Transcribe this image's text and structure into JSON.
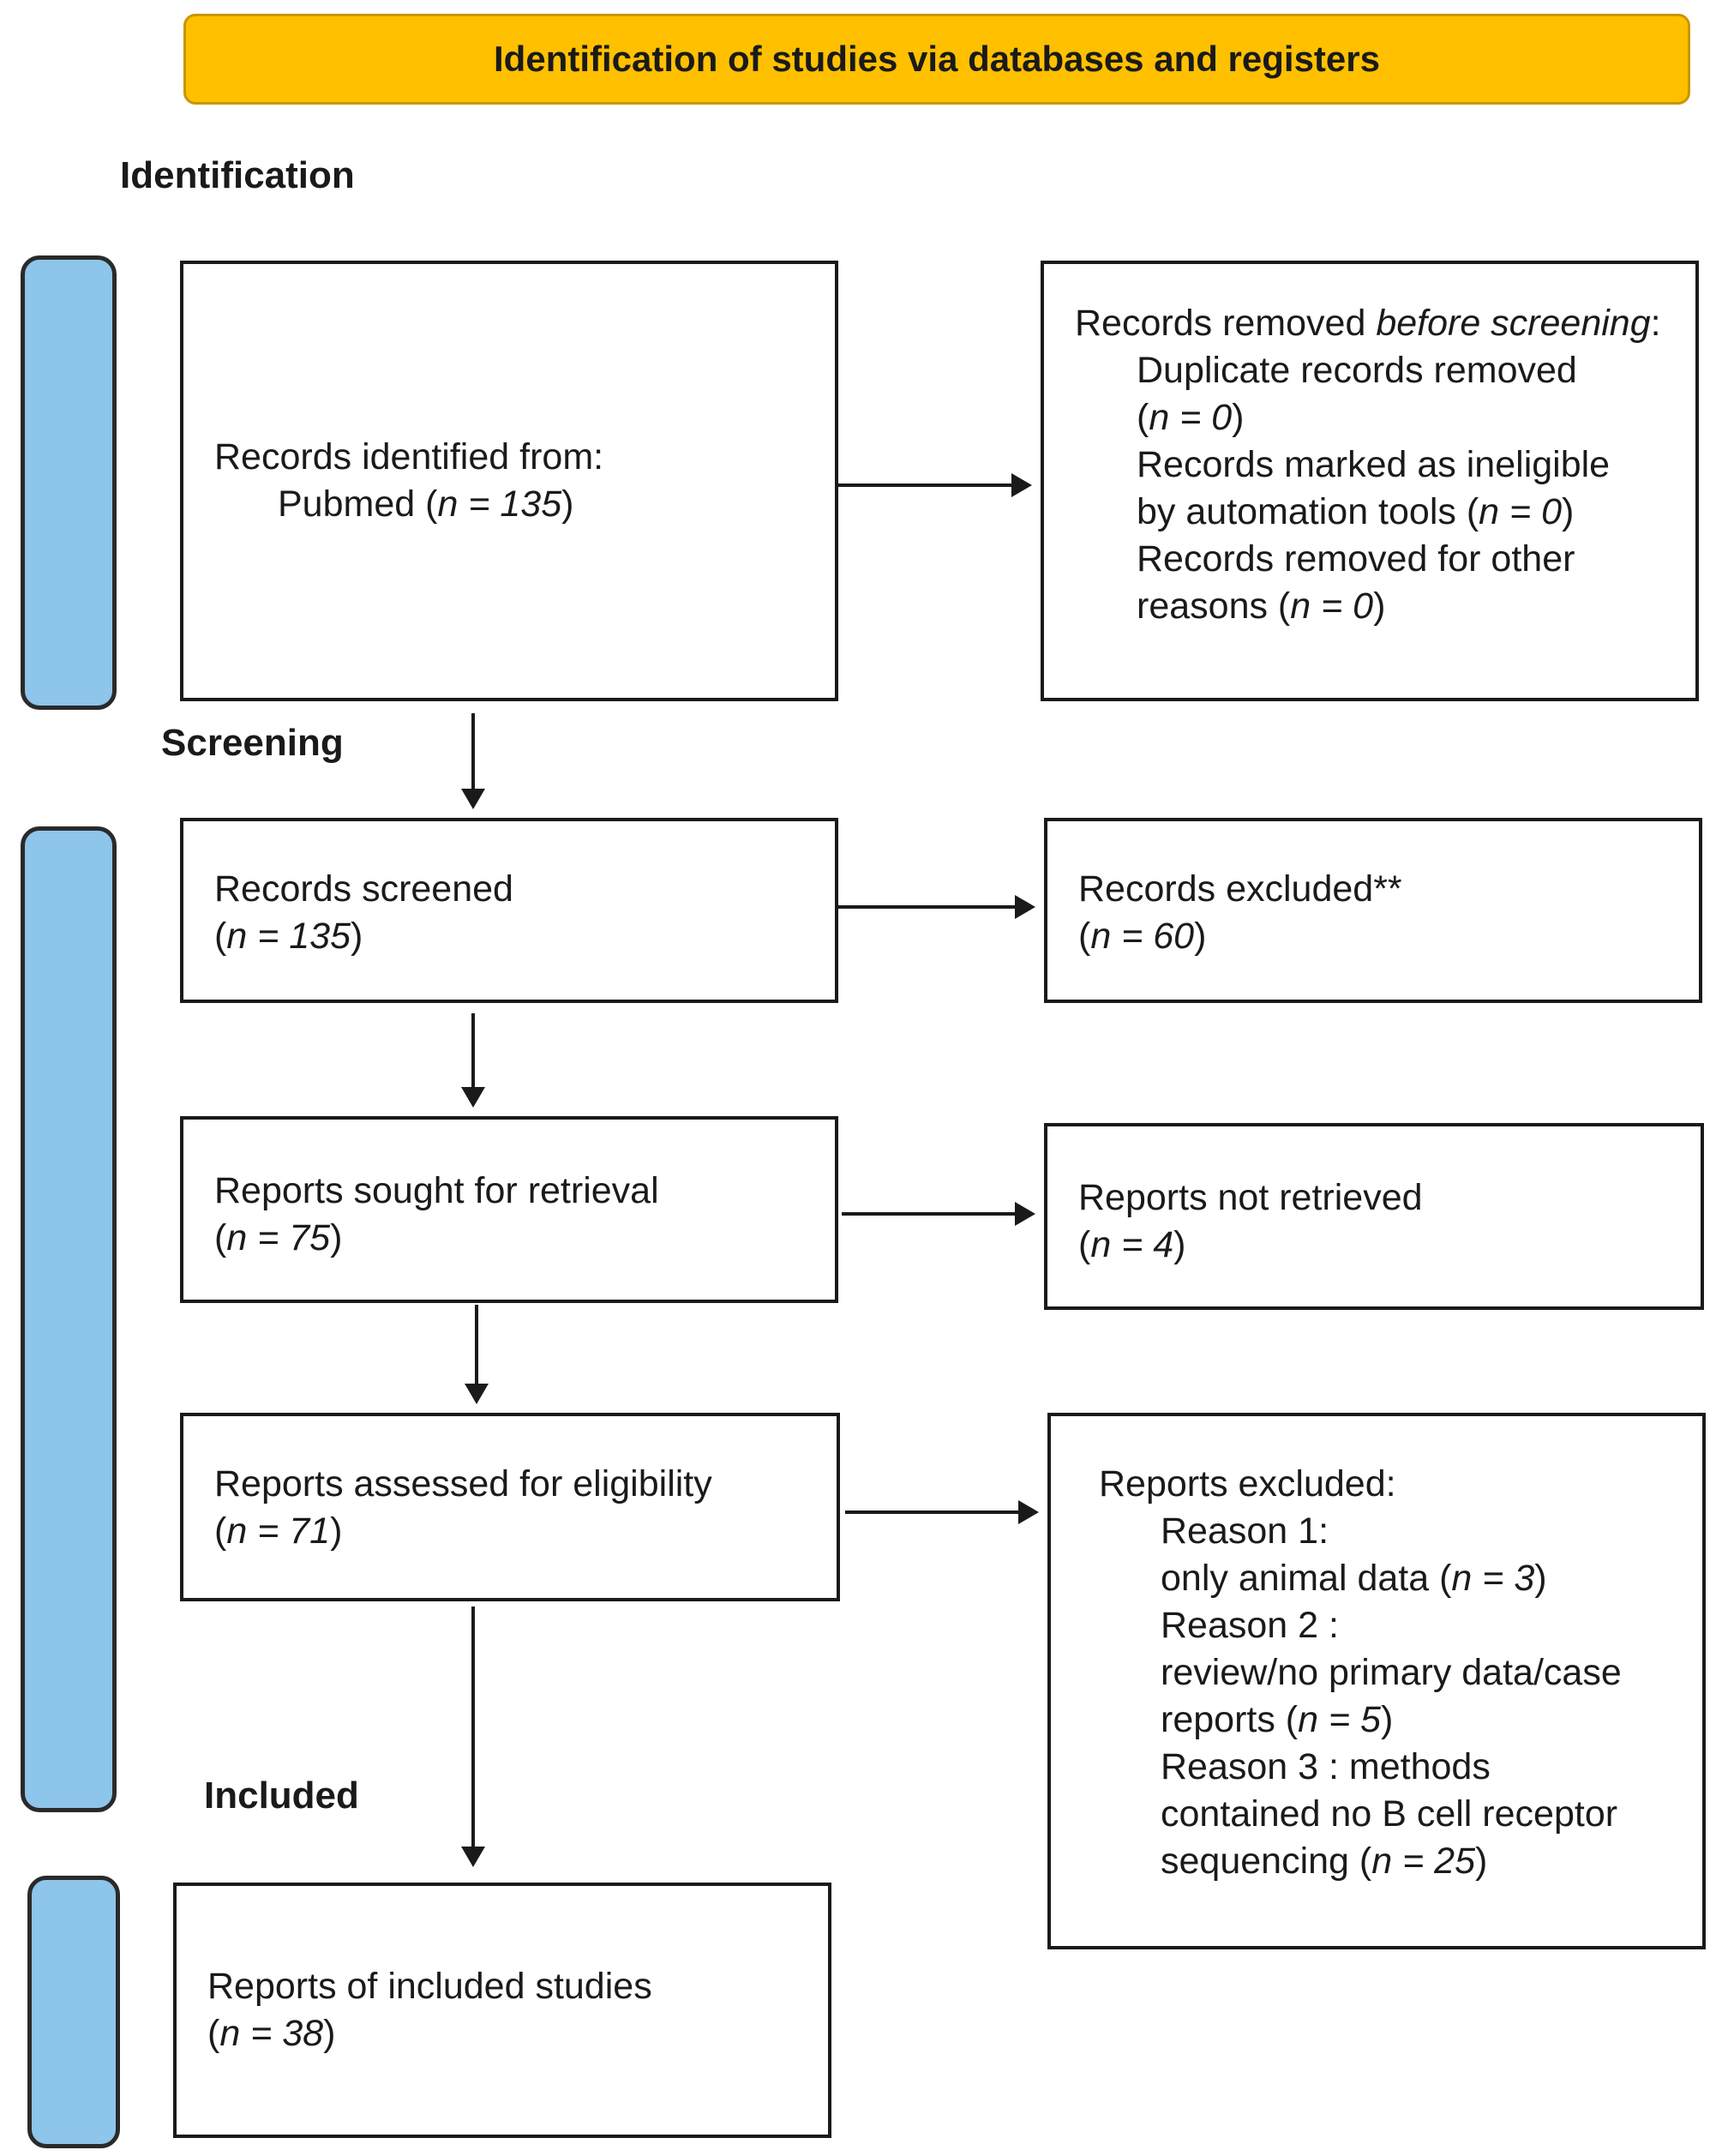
{
  "header": {
    "title": "Identification of studies via databases and registers"
  },
  "colors": {
    "header_bg": "#ffc000",
    "phase_bar": "#8ec5ea"
  },
  "stages": {
    "identification": "Identification",
    "screening": "Screening",
    "included": "Included"
  },
  "identification_box": {
    "line1": "Records identified from:",
    "source": "Pubmed",
    "count": "n = 135"
  },
  "removed_box": {
    "title_a": "Records removed ",
    "title_italic": "before screening",
    "title_colon": ":",
    "duplicates_label": "Duplicate records removed",
    "duplicates_count": "n = 0",
    "automation_label_a": "Records marked as ineligible",
    "automation_label_b": "by automation tools",
    "automation_count": "n = 0",
    "other_label_a": "Records removed for other",
    "other_label_b": "reasons",
    "other_count": "n = 0"
  },
  "screened_box": {
    "label": "Records screened",
    "count": "n = 135"
  },
  "excluded_box": {
    "label": "Records excluded**",
    "count": "n = 60"
  },
  "sought_box": {
    "label": "Reports sought for retrieval",
    "count": "n = 75"
  },
  "not_retrieved_box": {
    "label": "Reports not retrieved",
    "count": "n = 4"
  },
  "assessed_box": {
    "label": "Reports assessed for eligibility",
    "count": "n = 71"
  },
  "reports_excluded_box": {
    "title": "Reports excluded:",
    "reason1_label": "Reason 1:",
    "reason1_text": "only animal data",
    "reason1_count": "n = 3",
    "reason2_label": "Reason 2 :",
    "reason2_text_a": "review/no primary data/case",
    "reason2_text_b": "reports",
    "reason2_count": "n = 5",
    "reason3_label": "Reason 3 : methods",
    "reason3_text_a": "contained no B cell receptor",
    "reason3_text_b": "sequencing",
    "reason3_count": "n = 25"
  },
  "included_box": {
    "label": "Reports of included studies",
    "count": "n = 38"
  }
}
